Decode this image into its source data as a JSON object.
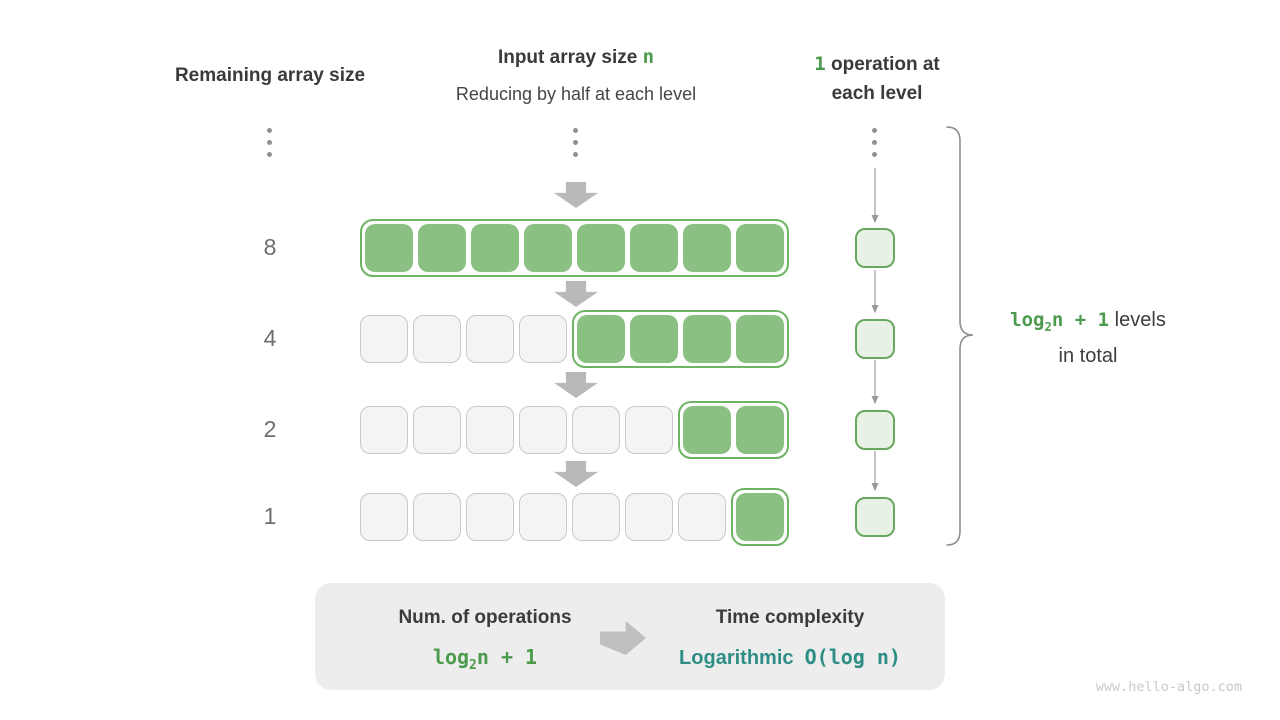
{
  "headers": {
    "left": "Remaining array size",
    "middle_line1_prefix": "Input array size ",
    "middle_line1_var": "n",
    "middle_line2": "Reducing by half at each level",
    "right_num": "1",
    "right_line1_rest": " operation at",
    "right_line2": "each level"
  },
  "levels": [
    {
      "remaining": "8",
      "gray_count": 0,
      "green_count": 8,
      "operations": 1
    },
    {
      "remaining": "4",
      "gray_count": 4,
      "green_count": 4,
      "operations": 1
    },
    {
      "remaining": "2",
      "gray_count": 6,
      "green_count": 2,
      "operations": 1
    },
    {
      "remaining": "1",
      "gray_count": 7,
      "green_count": 1,
      "operations": 1
    }
  ],
  "brace_label": {
    "formula_base": "log",
    "formula_sub": "2",
    "formula_rest": "n + 1",
    "text_line1": " levels",
    "text_line2": "in total"
  },
  "summary": {
    "left_title": "Num. of operations",
    "left_formula_base": "log",
    "left_formula_sub": "2",
    "left_formula_rest": "n + 1",
    "right_title": "Time complexity",
    "right_value_word": "Logarithmic",
    "right_value_code": "O(log n)"
  },
  "watermark": "www.hello-algo.com",
  "colors": {
    "green_fill": "#8bc083",
    "green_border": "#6cb561",
    "green_text": "#4c9b4c",
    "teal_text": "#2e8e86",
    "gray_cell_fill": "#f4f4f4",
    "gray_cell_border": "#c9c9c9",
    "arrow_gray": "#b9b9b9",
    "summary_bg": "#ededee"
  }
}
